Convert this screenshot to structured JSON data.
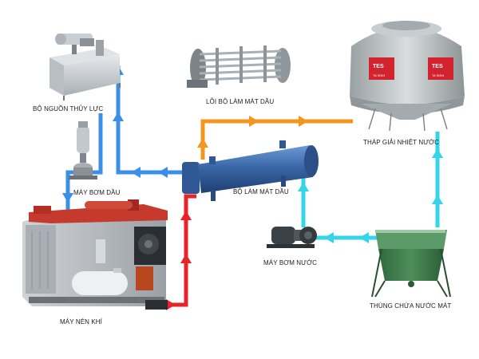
{
  "labels": {
    "hydraulic_unit": "BỘ NGUỒN THỦY LỰC",
    "cooler_core": "LÕI BỘ LÀM MÁT DẦU",
    "cooling_tower": "THÁP GIẢI NHIỆT NƯỚC",
    "oil_pump": "MÁY BƠM DẦU",
    "oil_cooler": "BỘ LÀM MÁT DẦU",
    "water_pump": "MÁY BƠM NƯỚC",
    "water_tank": "THÙNG CHỨA NƯỚC MÁT",
    "air_compressor": "MÁY NÉN KHÍ"
  },
  "brand": {
    "logo": "TES",
    "name": "TA SHIN"
  },
  "colors": {
    "hot_air": "#e8232a",
    "hot_oil": "#f4961e",
    "oil_return": "#3b8fe8",
    "water": "#33d6e6",
    "cooler_body": "#3a67a8",
    "tower_body": "#b9bfc0",
    "tank_body": "#3f7a4c"
  }
}
